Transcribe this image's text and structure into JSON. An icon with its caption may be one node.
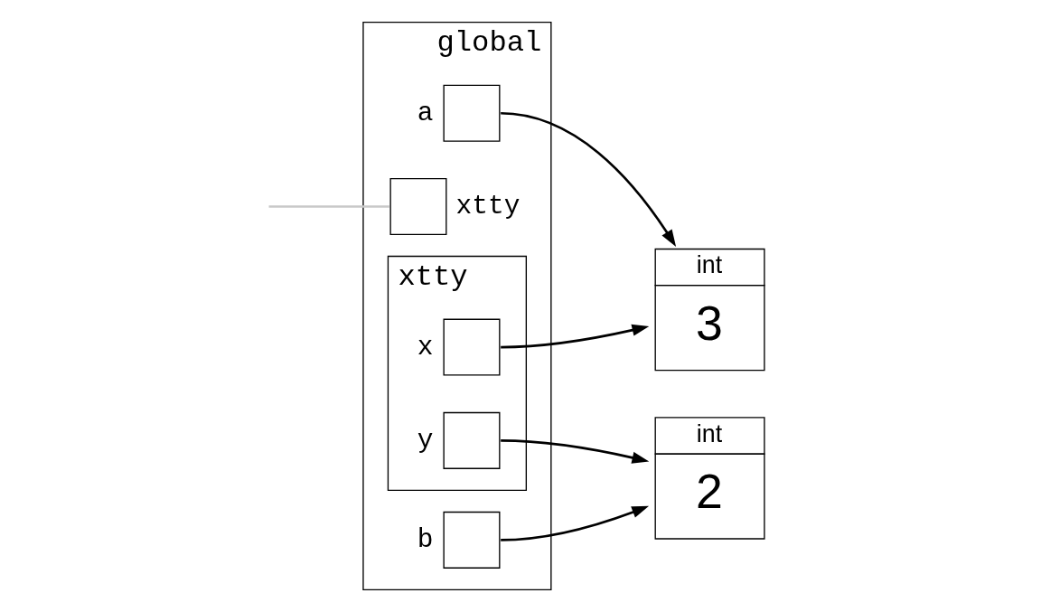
{
  "diagram": {
    "nodes": [
      {
        "text": [
          "global"
        ]
      },
      {
        "text": [],
        "shape": "box",
        "beside": [
          "xtty"
        ],
        "in": 0
      },
      {
        "text": [],
        "shape": "box",
        "beside": [
          "a"
        ],
        "in": 0
      },
      {
        "text": [],
        "shape": "box",
        "beside": [
          "b"
        ],
        "in": 0
      },
      {
        "text": [
          "xtty"
        ],
        "in": 0
      },
      {
        "text": [],
        "shape": "box",
        "beside": [
          "x"
        ],
        "in": 4
      },
      {
        "text": [],
        "shape": "box",
        "beside": [
          "y"
        ],
        "in": 4
      },
      {
        "text": [
          "int",
          "3"
        ]
      },
      {
        "text": [
          "int",
          "2"
        ]
      }
    ],
    "edges": [
      {
        "from": null,
        "to": 1,
        "arrow": "none",
        "color": "#c8c8c8"
      },
      {
        "from": 2,
        "to": 7,
        "arrow": "to"
      },
      {
        "from": 3,
        "to": 8,
        "arrow": "to"
      },
      {
        "from": 5,
        "to": 7,
        "arrow": "to"
      },
      {
        "from": 6,
        "to": 8,
        "arrow": "to"
      }
    ]
  }
}
